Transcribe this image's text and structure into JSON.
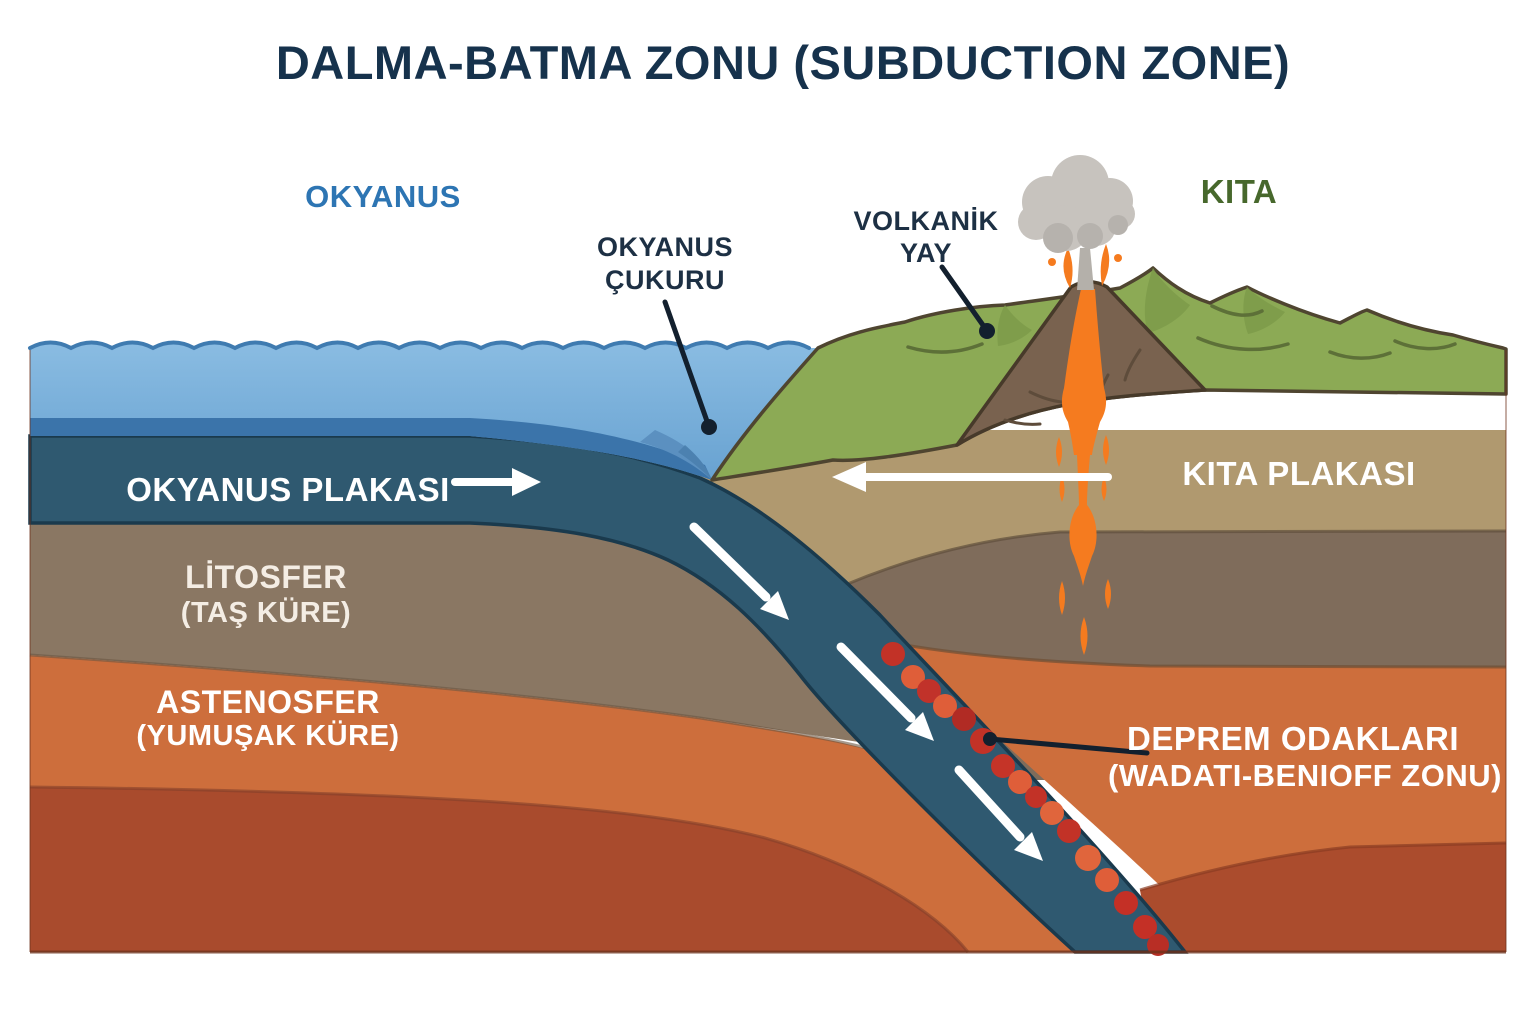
{
  "title": "DALMA-BATMA ZONU (SUBDUCTION ZONE)",
  "labels": {
    "ocean": "OKYANUS",
    "trench_l1": "OKYANUS",
    "trench_l2": "ÇUKURU",
    "volcanic_l1": "VOLKANİK",
    "volcanic_l2": "YAY",
    "continent": "KITA",
    "oceanic_plate": "OKYANUS PLAKASI",
    "lithosphere_l1": "LİTOSFER",
    "lithosphere_l2": "(TAŞ KÜRE)",
    "asthenosphere_l1": "ASTENOSFER",
    "asthenosphere_l2": "(YUMUŞAK KÜRE)",
    "continental_plate": "KITA PLAKASI",
    "quake_l1": "DEPREM ODAKLARI",
    "quake_l2": "(WADATI-BENIOFF ZONU)"
  },
  "colors": {
    "heading_navy": "#16324c",
    "annotation_navy": "#1d3044",
    "ocean_label_blue": "#2d75b3",
    "continent_label_green": "#47682c",
    "water": "#7db2da",
    "water_band": "#3b74aa",
    "oceanic_plate_slab": "#2f5970",
    "lithosphere": "#8a7763",
    "asthenosphere": "#cd6e3c",
    "deep_mantle_red": "#a94b2d",
    "continental_tan": "#b0996f",
    "continental_lithosphere": "#7f6c5b",
    "hills_green": "#8caa55",
    "volcano_brown": "#79624f",
    "lava_orange": "#f57b1f",
    "smoke_gray": "#c7c3be",
    "quake_dot_red": "#c23227",
    "quake_dot_orange": "#df5e39",
    "arrow_white": "#ffffff",
    "pointer_line": "#13202e"
  }
}
